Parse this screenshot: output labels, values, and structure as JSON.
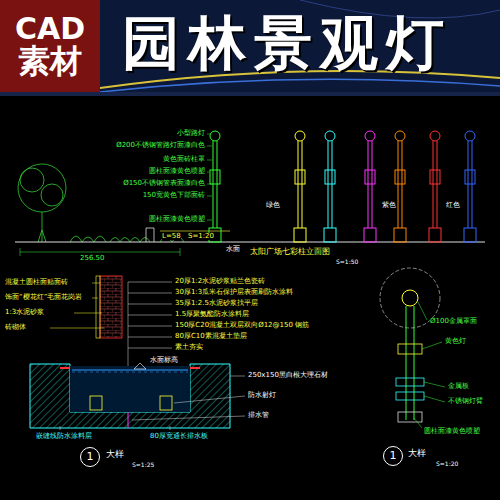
{
  "diagram": {
    "title": "园林景观灯",
    "nodes": [
      {
        "text": [
          "CAD",
          "素材"
        ]
      },
      {
        "text": [
          "1"
        ]
      },
      {
        "text": [
          "1"
        ]
      }
    ],
    "labels": [
      "小型路灯",
      "Ø200不锈钢管路灯面漆白色",
      "黄色面砖柱罩",
      "圆柱面漆黄色喷塑",
      "Ø150不锈钢管表面漆白色",
      "150宽黄色下部面砖",
      "圆柱面漆黄色喷塑",
      "绿色",
      "紫色",
      "红色",
      "L=58",
      "S=1:20",
      "256.50",
      "水面",
      "太阳广场七彩柱立面图",
      "S=1:50",
      "混凝土圆柱面贴面砖",
      "饰面“樱花红”毛面花岗岩",
      "1:3水泥砂浆",
      "砖砌体",
      "20厚1:2水泥砂浆贴兰色瓷砖",
      "30厚1:3瓜米石保护层表面刷防水涂料",
      "35厚1:2.5水泥砂浆找平层",
      "1.5厚聚氨酯防水涂料层",
      "150厚C20混凝土双层双向Ø12@150 钢筋",
      "80厚C10素混凝土垫层",
      "素土夯实",
      "水面标高",
      "250x150黑白根大理石材",
      "防水射灯",
      "排水管",
      "嵌缝线防水涂料层",
      "80厚宽通长排水板",
      "大样",
      "S=1:25",
      "Ø100金属罩面",
      "黄色灯",
      "金属板",
      "不锈钢灯臂",
      "圆柱面漆黄色喷塑",
      "大样",
      "S=1:20"
    ]
  }
}
